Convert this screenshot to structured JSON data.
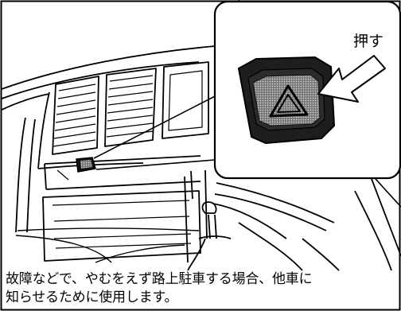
{
  "callout": {
    "push_label": "押す"
  },
  "caption": {
    "line1": "故障などで、やむをえず路上駐車する場合、他車に",
    "line2": "知らせるために使用します。"
  },
  "icons": {
    "hazard_symbol": "warning-triangle-icon",
    "pointer_arrow": "arrow-left-icon"
  },
  "colors": {
    "ink": "#000000",
    "paper": "#ffffff",
    "button_face": "#7a7a7a",
    "button_body": "#1e1e1e"
  }
}
